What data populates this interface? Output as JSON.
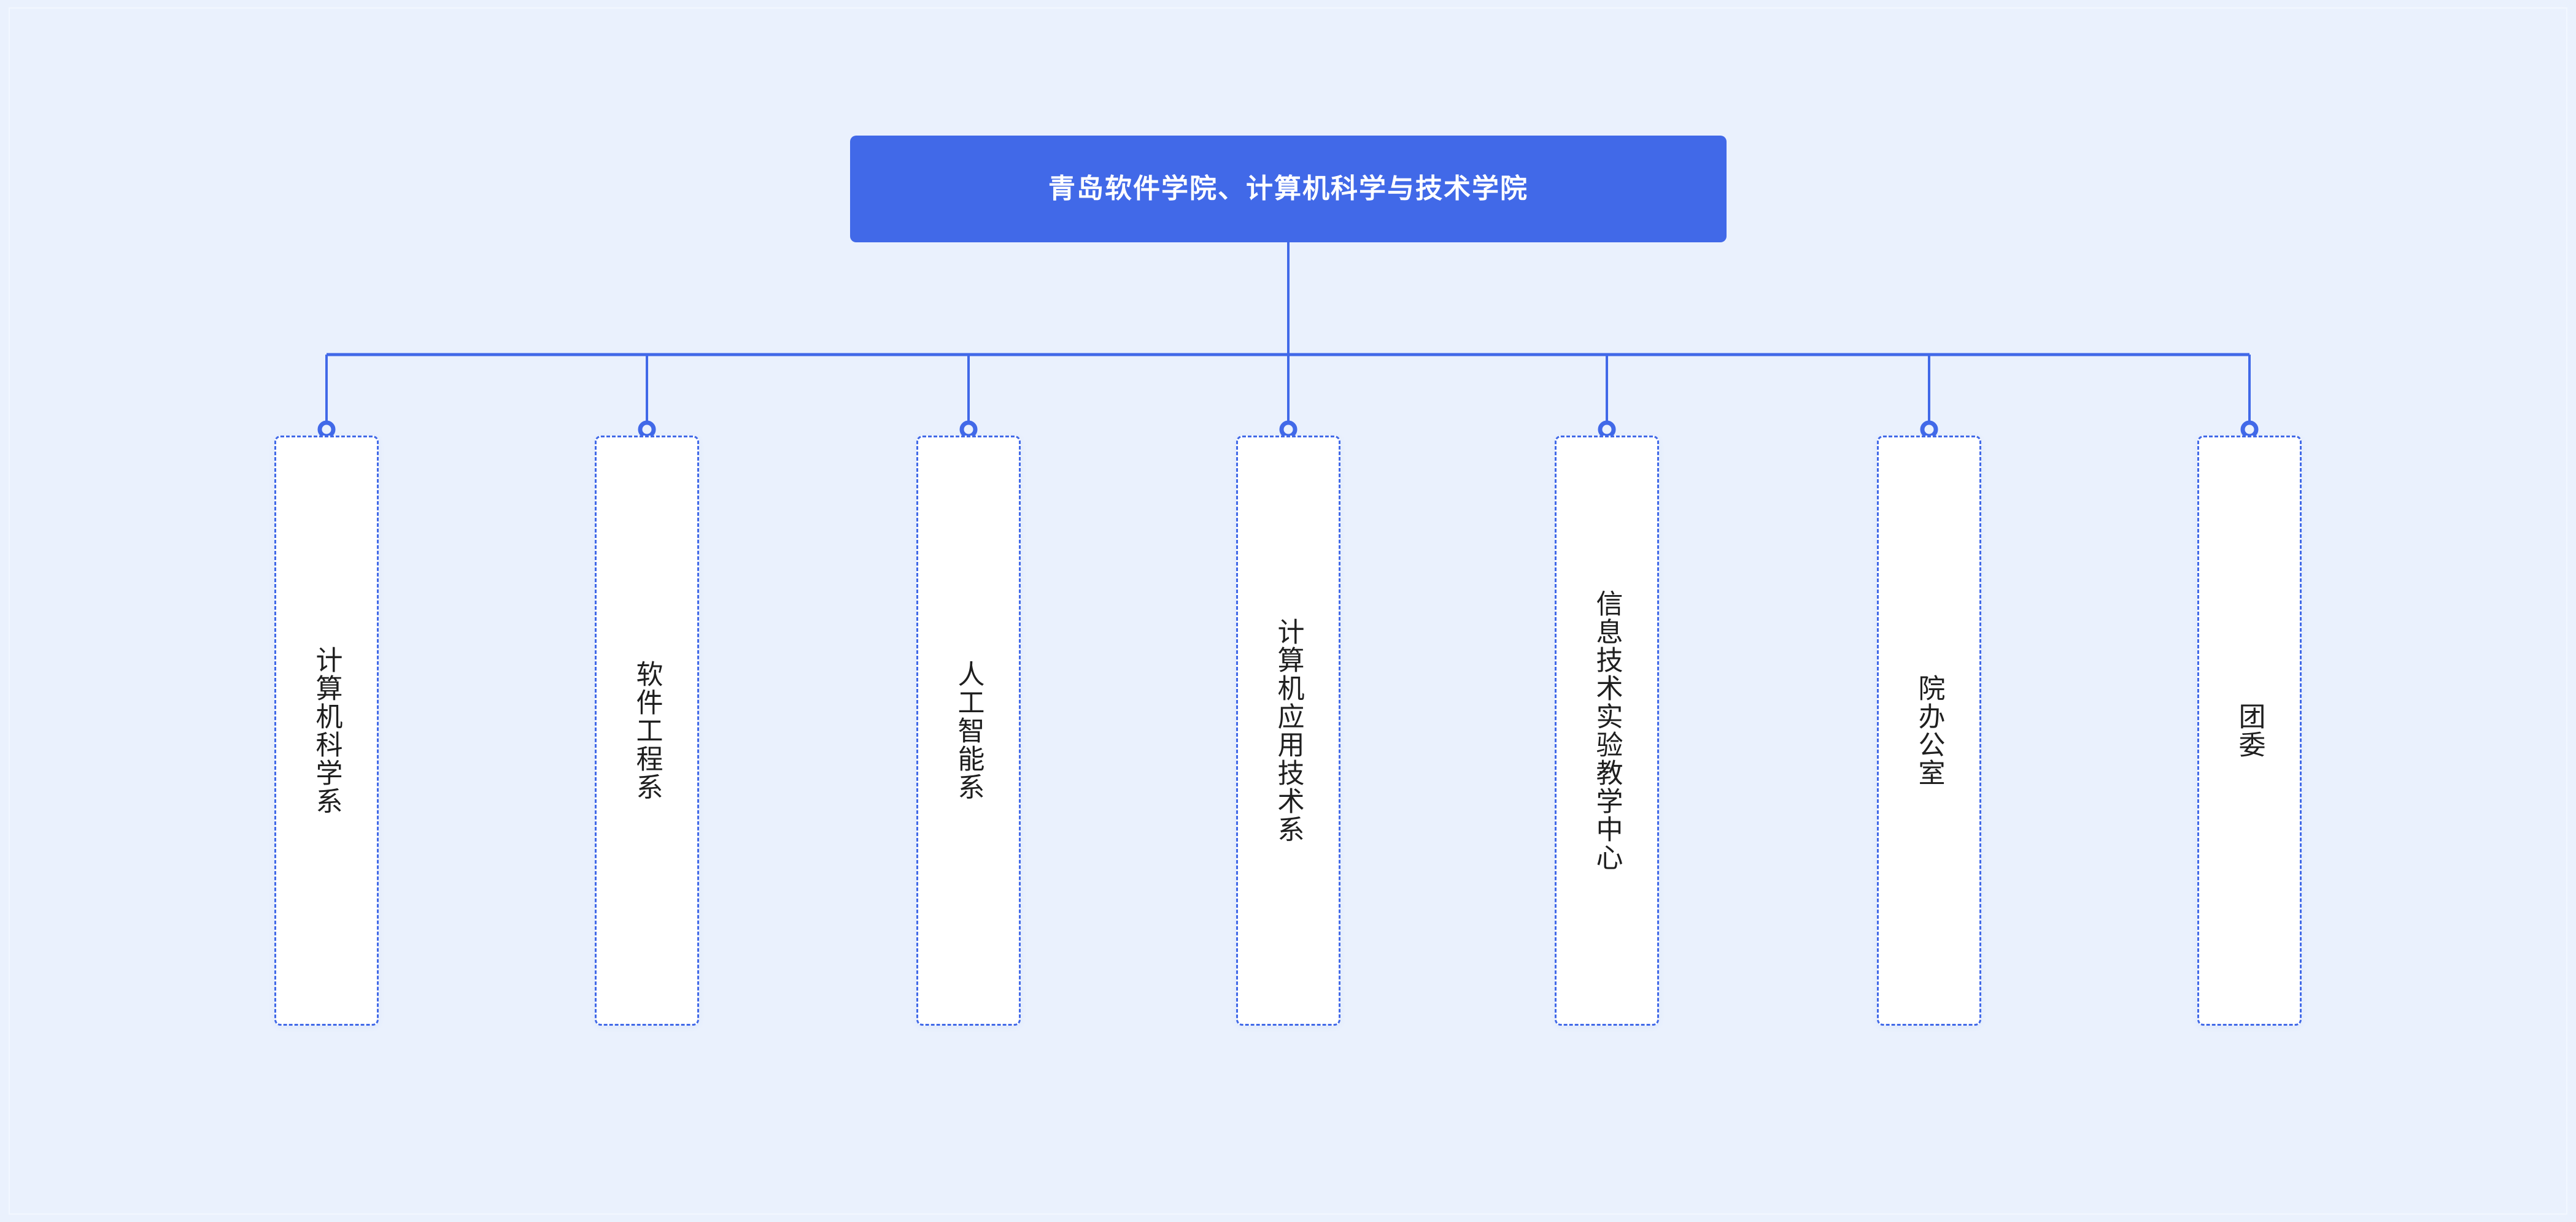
{
  "diagram": {
    "type": "org-chart",
    "title": "青岛软件学院、计算机科学与技术学院",
    "background_color": "#eaf1fd",
    "accent_color": "#4169e8",
    "root": {
      "label": "青岛软件学院、计算机科学与技术学院",
      "text_color": "#ffffff",
      "fill_color": "#4169e8"
    },
    "children": [
      {
        "label": "计算机科学系"
      },
      {
        "label": "软件工程系"
      },
      {
        "label": "人工智能系"
      },
      {
        "label": "计算机应用技术系"
      },
      {
        "label": "信息技术实验教学中心"
      },
      {
        "label": "院办公室"
      },
      {
        "label": "团委"
      }
    ]
  }
}
